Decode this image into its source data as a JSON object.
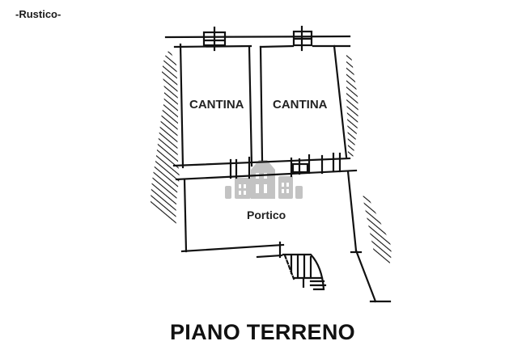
{
  "header": {
    "subtitle": "-Rustico-"
  },
  "plan": {
    "rooms": [
      {
        "label": "CANTINA"
      },
      {
        "label": "CANTINA"
      },
      {
        "label": "Portico"
      }
    ],
    "watermark_icon": "buildings-icon",
    "line_color": "#111111",
    "watermark_color": "#bdbdbd"
  },
  "footer": {
    "title": "PIANO TERRENO"
  }
}
